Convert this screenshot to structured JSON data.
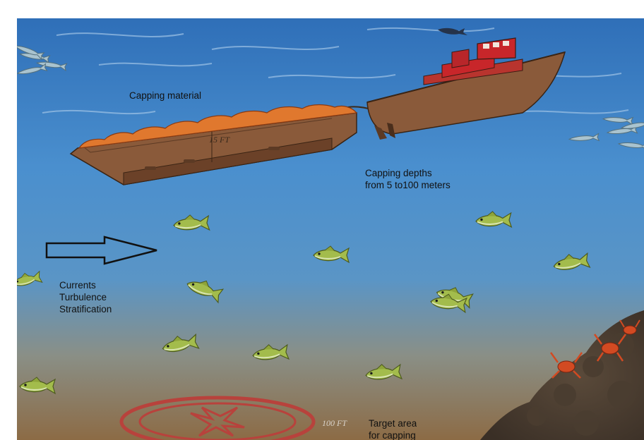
{
  "labels": {
    "capping_material": "Capping material",
    "capping_depths": [
      "Capping depths",
      "from 5 to100 meters"
    ],
    "currents": [
      "Currents",
      "Turbulence",
      "Stratification"
    ],
    "target_area": [
      "Target area",
      "for capping"
    ],
    "barge_depth_mark": "15 FT",
    "target_depth_mark": "100 FT"
  },
  "colors": {
    "water_top": "#2b6fb9",
    "water_mid": "#4a8fce",
    "sea_floor": "#8a6a43",
    "barge_hull": "#8a5a3a",
    "capping_material": "#e0782e",
    "tug_cabin": "#c8262a",
    "fish": "#9fb84a",
    "target_ring": "#b8423c",
    "crab": "#d24a22"
  }
}
